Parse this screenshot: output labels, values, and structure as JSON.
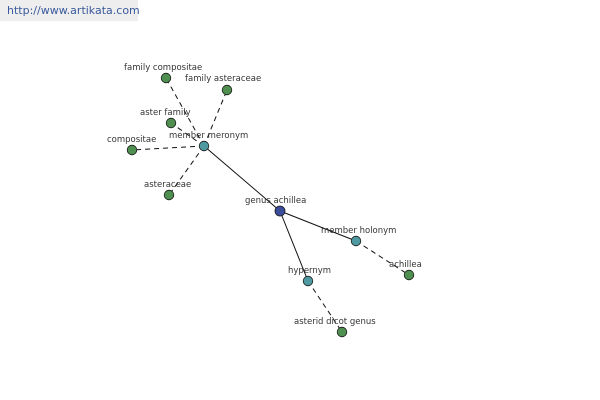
{
  "watermark": "http://www.artikata.com",
  "colors": {
    "center": "#3b4c9a",
    "relation": "#4f9aa0",
    "leaf": "#4f8f4f"
  },
  "nodes": [
    {
      "id": "genus_achillea",
      "label": "genus achillea",
      "kind": "center"
    },
    {
      "id": "member_meronym",
      "label": "member meronym",
      "kind": "relation"
    },
    {
      "id": "member_holonym",
      "label": "member holonym",
      "kind": "relation"
    },
    {
      "id": "hypernym",
      "label": "hypernym",
      "kind": "relation"
    },
    {
      "id": "family_compositae",
      "label": "family compositae",
      "kind": "leaf"
    },
    {
      "id": "family_asteraceae",
      "label": "family asteraceae",
      "kind": "leaf"
    },
    {
      "id": "aster_family",
      "label": "aster family",
      "kind": "leaf"
    },
    {
      "id": "compositae",
      "label": "compositae",
      "kind": "leaf"
    },
    {
      "id": "asteraceae",
      "label": "asteraceae",
      "kind": "leaf"
    },
    {
      "id": "achillea",
      "label": "achillea",
      "kind": "leaf"
    },
    {
      "id": "asterid_dicot_genus",
      "label": "asterid dicot genus",
      "kind": "leaf"
    }
  ],
  "edges": [
    {
      "from": "genus_achillea",
      "to": "member_meronym",
      "style": "solid"
    },
    {
      "from": "genus_achillea",
      "to": "member_holonym",
      "style": "solid"
    },
    {
      "from": "genus_achillea",
      "to": "hypernym",
      "style": "solid"
    },
    {
      "from": "member_meronym",
      "to": "family_compositae",
      "style": "dashed"
    },
    {
      "from": "member_meronym",
      "to": "family_asteraceae",
      "style": "dashed"
    },
    {
      "from": "member_meronym",
      "to": "aster_family",
      "style": "dashed"
    },
    {
      "from": "member_meronym",
      "to": "compositae",
      "style": "dashed"
    },
    {
      "from": "member_meronym",
      "to": "asteraceae",
      "style": "dashed"
    },
    {
      "from": "member_holonym",
      "to": "achillea",
      "style": "dashed"
    },
    {
      "from": "hypernym",
      "to": "asterid_dicot_genus",
      "style": "dashed"
    }
  ]
}
